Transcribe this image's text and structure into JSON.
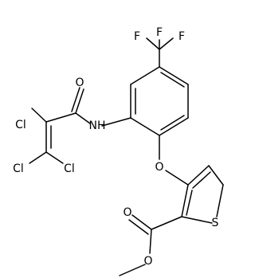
{
  "atoms": {
    "F1": "F",
    "F2": "F",
    "F3": "F",
    "O_carbonyl_amide": "O",
    "NH": "NH",
    "Cl1": "Cl",
    "Cl2": "Cl",
    "Cl3": "Cl",
    "O_ether": "O",
    "S_thiophene": "S",
    "O_carbonyl_ester": "O",
    "O_ester": "O"
  }
}
